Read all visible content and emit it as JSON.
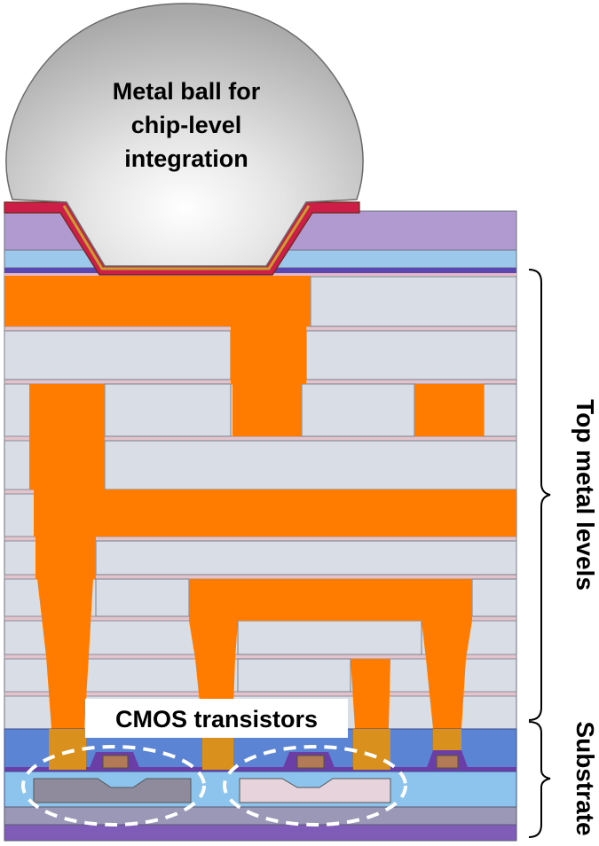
{
  "ball": {
    "lines": [
      "Metal ball for",
      "chip-level",
      "integration"
    ]
  },
  "labels": {
    "cmos": "CMOS transistors",
    "top_metal": "Top metal levels",
    "substrate": "Substrate"
  },
  "colors": {
    "metal": "#ff7c00",
    "dielectric": "#d8dde6",
    "passivation_top": "#b09ad0",
    "passivation_blue": "#9cc8ec",
    "substrate_blue": "#5c84d4",
    "contact_gold": "#d9901c",
    "gate_brown": "#b27a56",
    "ball_gray": "#c9c9c9",
    "pad_red": "#cc1e46"
  }
}
